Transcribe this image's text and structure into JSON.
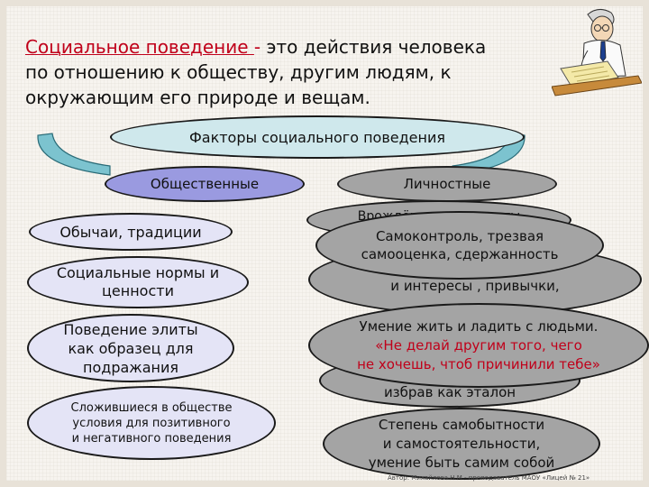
{
  "definition": {
    "term": "Социальное поведение ",
    "dash": " - ",
    "text_line1": " это действия человека",
    "text_line2": "по отношению к обществу, другим людям,  к",
    "text_line3": "окружающим его природе и вещам."
  },
  "factors_title": "Факторы социального поведения",
  "categories": {
    "social": "Общественные",
    "personal": "Личностные"
  },
  "social_factors": [
    "Обычаи, традиции",
    "Социальные нормы и ценности",
    "Поведение элиты как образец для подражания",
    "Сложившиеся в обществе условия для позитивного и негативного поведения"
  ],
  "personal_factors": {
    "hidden_1": "Врождённые инстинкты",
    "hidden_2": "и интересы , привычки,",
    "hidden_3": "избрав как эталон",
    "self_control": "Самоконтроль, трезвая самооценка, сдержанность",
    "get_along": "Умение жить и ладить с людьми.",
    "quote_line1": "«Не делай другим того, чего",
    "quote_line2": "не хочешь, чтоб причинили тебе»",
    "identity_line1": "Степень самобытности",
    "identity_line2": "и самостоятельности,",
    "identity_line3": "умение быть самим собой"
  },
  "footer": "Автор: Михайлова Н.М.- преподаватель МАОУ «Лицей № 21»",
  "colors": {
    "term": "#c0001a",
    "quote": "#c0001a",
    "lavender": "#e4e4f6",
    "grey": "#a4a4a4",
    "teal": "#cfe8ec",
    "purple": "#9a9ae0"
  },
  "icons": {
    "clipart": "teacher-writing-clipart"
  }
}
